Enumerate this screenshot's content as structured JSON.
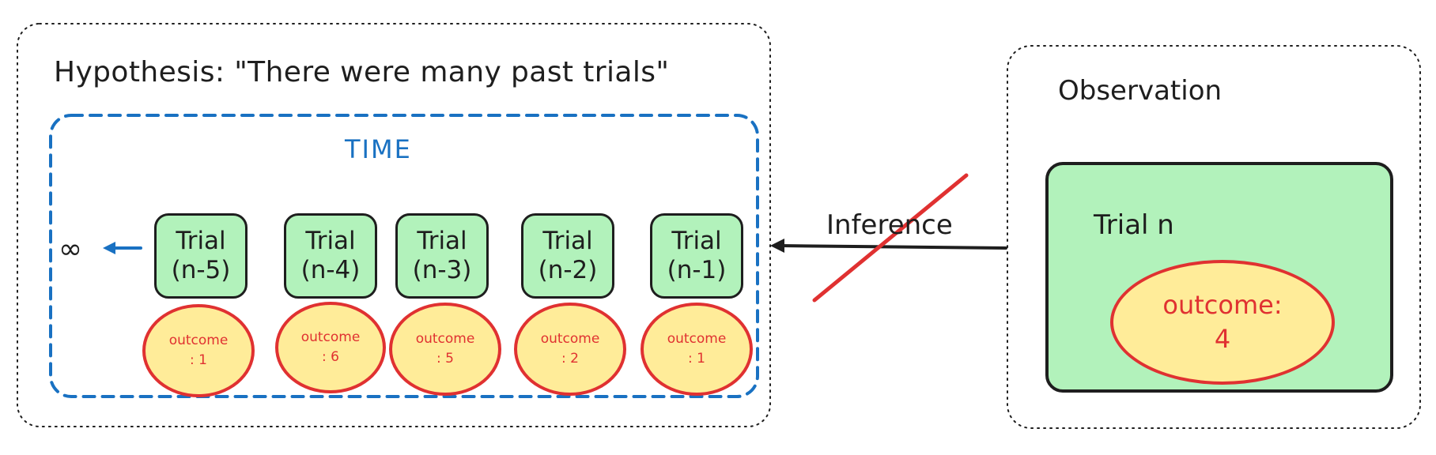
{
  "hypothesis": {
    "title": "Hypothesis: \"There were many past trials\"",
    "time_label": "TIME",
    "infinity": "∞",
    "trials": [
      {
        "line1": "Trial",
        "line2": "(n-5)",
        "outcome_line1": "outcome",
        "outcome_line2": ": 1"
      },
      {
        "line1": "Trial",
        "line2": "(n-4)",
        "outcome_line1": "outcome",
        "outcome_line2": ": 6"
      },
      {
        "line1": "Trial",
        "line2": "(n-3)",
        "outcome_line1": "outcome",
        "outcome_line2": ": 5"
      },
      {
        "line1": "Trial",
        "line2": "(n-2)",
        "outcome_line1": "outcome",
        "outcome_line2": ": 2"
      },
      {
        "line1": "Trial",
        "line2": "(n-1)",
        "outcome_line1": "outcome",
        "outcome_line2": ": 1"
      }
    ]
  },
  "inference": {
    "label": "Inference"
  },
  "observation": {
    "title": "Observation",
    "trial_label": "Trial n",
    "outcome_line1": "outcome:",
    "outcome_line2": "4"
  },
  "colors": {
    "stroke": "#1e1e1e",
    "trial_fill": "#b2f2bb",
    "outcome_fill": "#ffec99",
    "outcome_stroke": "#e03131",
    "time_blue": "#1971c2",
    "cross_red": "#e03131"
  },
  "icons": {
    "left_arrow": "arrow-left-icon",
    "inference_arrow": "arrow-left-icon",
    "strike": "cross-out-line"
  }
}
